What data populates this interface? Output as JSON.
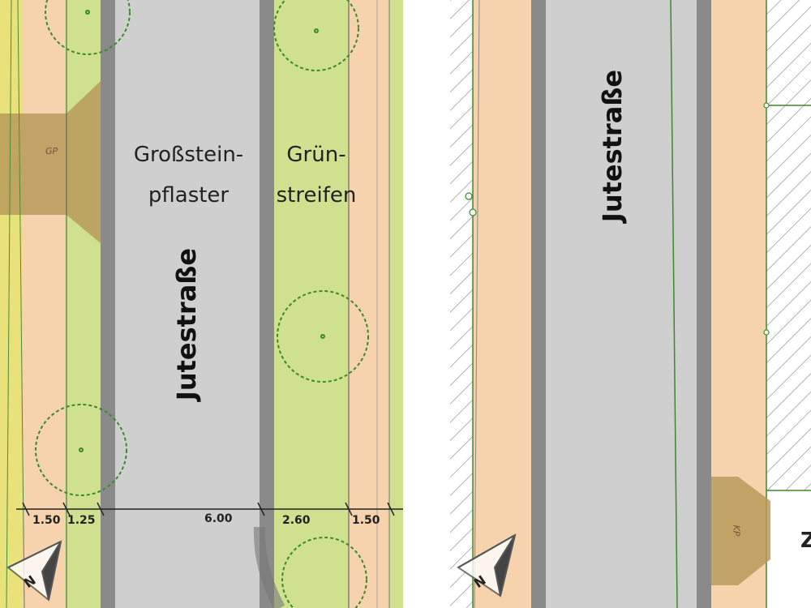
{
  "left": {
    "street_name": "Jutestraße",
    "pavement_label_line1": "Großstein-",
    "pavement_label_line2": "pflaster",
    "green_label_line1": "Grün-",
    "green_label_line2": "streifen",
    "parking_code": "GP",
    "dimensions": [
      "1.50",
      "1.25",
      "6.00",
      "2.60",
      "1.50"
    ],
    "north_arrow_letter": "N"
  },
  "right": {
    "street_name": "Jutestraße",
    "parking_code": "KP",
    "edge_letter": "Z",
    "north_arrow_letter": "N"
  },
  "colors": {
    "road": "#c8c8c8",
    "curb": "#8a8a8a",
    "sidewalk": "#f6d3ad",
    "green_strip": "#cfe08f",
    "parking": "#b89a5a",
    "hatch": "#9a9a9a",
    "tree": "#3a8a2a"
  }
}
